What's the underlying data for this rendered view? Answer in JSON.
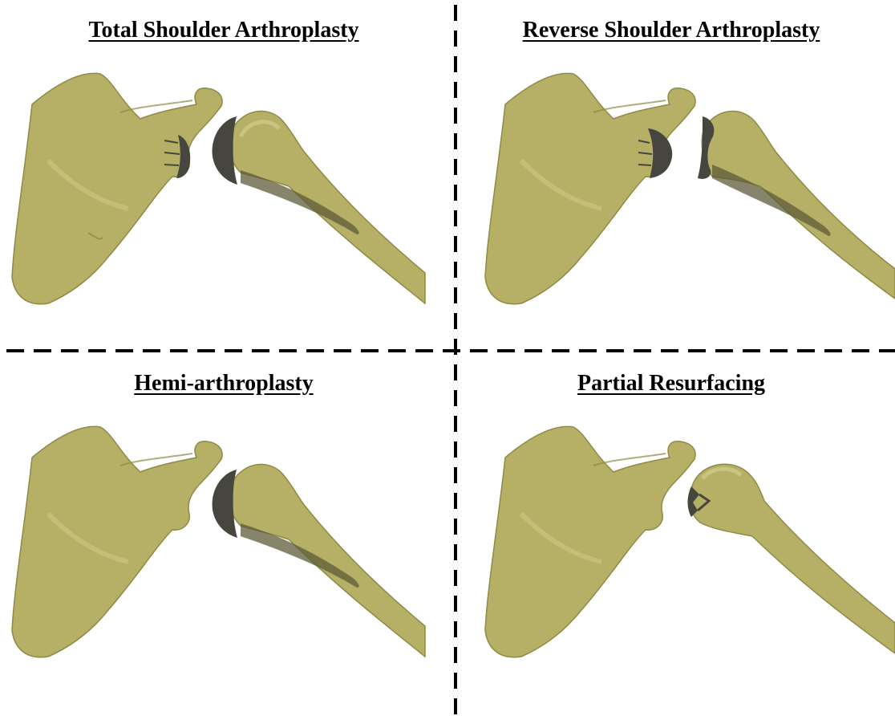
{
  "panels": [
    {
      "id": "total",
      "title": "Total Shoulder Arthroplasty",
      "glenoid_component": true,
      "humeral_component": "anatomic-head-stem"
    },
    {
      "id": "reverse",
      "title": "Reverse Shoulder Arthroplasty",
      "glenoid_component": true,
      "humeral_component": "reverse-cup-stem"
    },
    {
      "id": "hemi",
      "title": "Hemi-arthroplasty",
      "glenoid_component": false,
      "humeral_component": "anatomic-head-stem"
    },
    {
      "id": "partial",
      "title": "Partial Resurfacing",
      "glenoid_component": false,
      "humeral_component": "partial-resurfacing-cap"
    }
  ],
  "colors": {
    "bone": "#b5b066",
    "bone_shadow": "#8f8a45",
    "bone_highlight": "#d2cd8c",
    "implant": "#46463f",
    "stem": "#5e5b3a",
    "divider": "#000000"
  }
}
